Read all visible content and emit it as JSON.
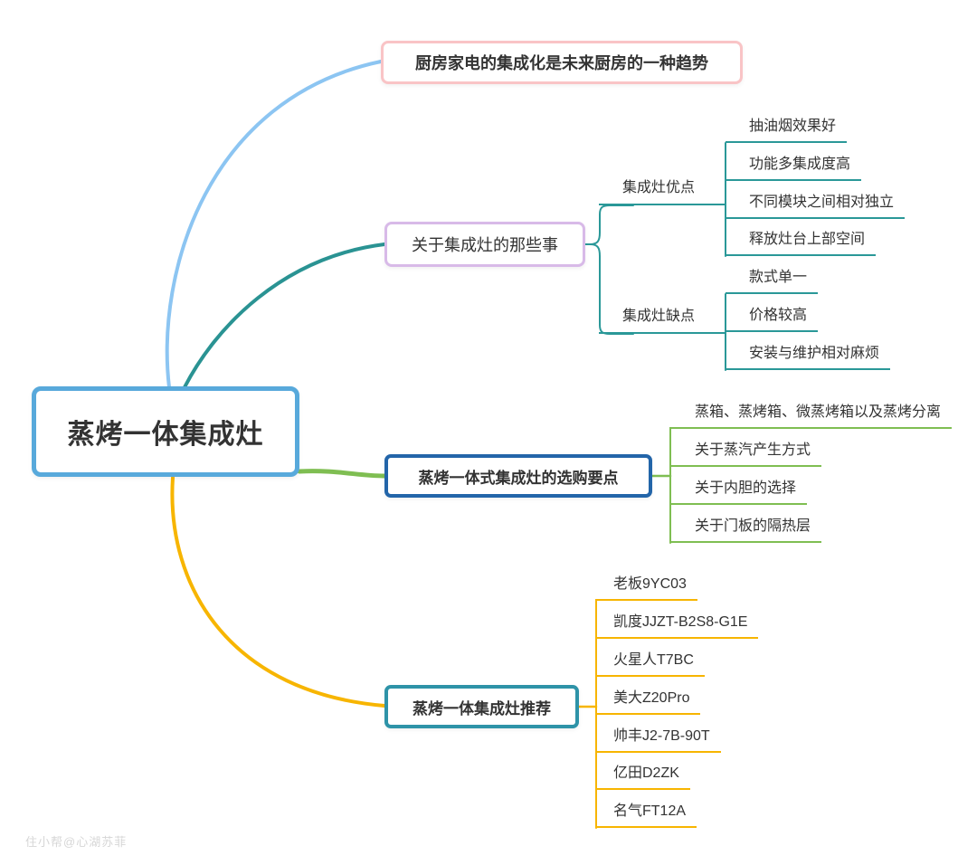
{
  "root": {
    "label": "蒸烤一体集成灶"
  },
  "trend": {
    "label": "厨房家电的集成化是未来厨房的一种趋势"
  },
  "about": {
    "label": "关于集成灶的那些事",
    "pros": {
      "label": "集成灶优点",
      "items": [
        "抽油烟效果好",
        "功能多集成度高",
        "不同模块之间相对独立",
        "释放灶台上部空间"
      ]
    },
    "cons": {
      "label": "集成灶缺点",
      "items": [
        "款式单一",
        "价格较高",
        "安装与维护相对麻烦"
      ]
    }
  },
  "buying": {
    "label": "蒸烤一体式集成灶的选购要点",
    "items": [
      "蒸箱、蒸烤箱、微蒸烤箱以及蒸烤分离",
      "关于蒸汽产生方式",
      "关于内胆的选择",
      "关于门板的隔热层"
    ]
  },
  "recommend": {
    "label": "蒸烤一体集成灶推荐",
    "items": [
      "老板9YC03",
      "凯度JJZT-B2S8-G1E",
      "火星人T7BC",
      "美大Z20Pro",
      "帅丰J2-7B-90T",
      "亿田D2ZK",
      "名气FT12A"
    ]
  },
  "watermark": "住小帮@心湖苏菲",
  "colors": {
    "root_border": "#58A9DB",
    "trend_border": "#F9C4C6",
    "about_border": "#D8BAE8",
    "buying_border": "#2365A9",
    "recommend_border": "#2E93A8",
    "branch_blue": "#8CC5F2",
    "branch_teal": "#2A9898",
    "branch_green": "#7FBE52",
    "branch_yellow": "#F7B500"
  }
}
